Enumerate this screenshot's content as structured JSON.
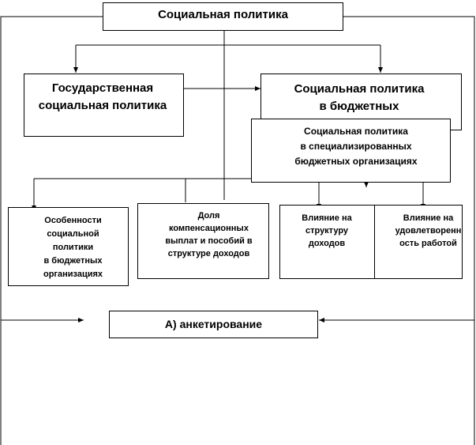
{
  "diagram": {
    "root": "Социальная политика",
    "state_policy": "Государственная\nсоциальная политика",
    "budget_policy": "Социальная политика\nв бюджетных",
    "specialized_policy": "Социальная политика\nв специализированных\nбюджетных организациях",
    "features": "Особенности\nсоциальной\nполитики\nв бюджетных\nорганизациях",
    "share": "Доля\nкомпенсационных\nвыплат и пособий в\nструктуре доходов",
    "influence_income": "Влияние на\nструктуру\nдоходов",
    "influence_satisfaction": "Влияние на\nудовлетворенн\nость работой",
    "survey": "А) анкетирование"
  }
}
